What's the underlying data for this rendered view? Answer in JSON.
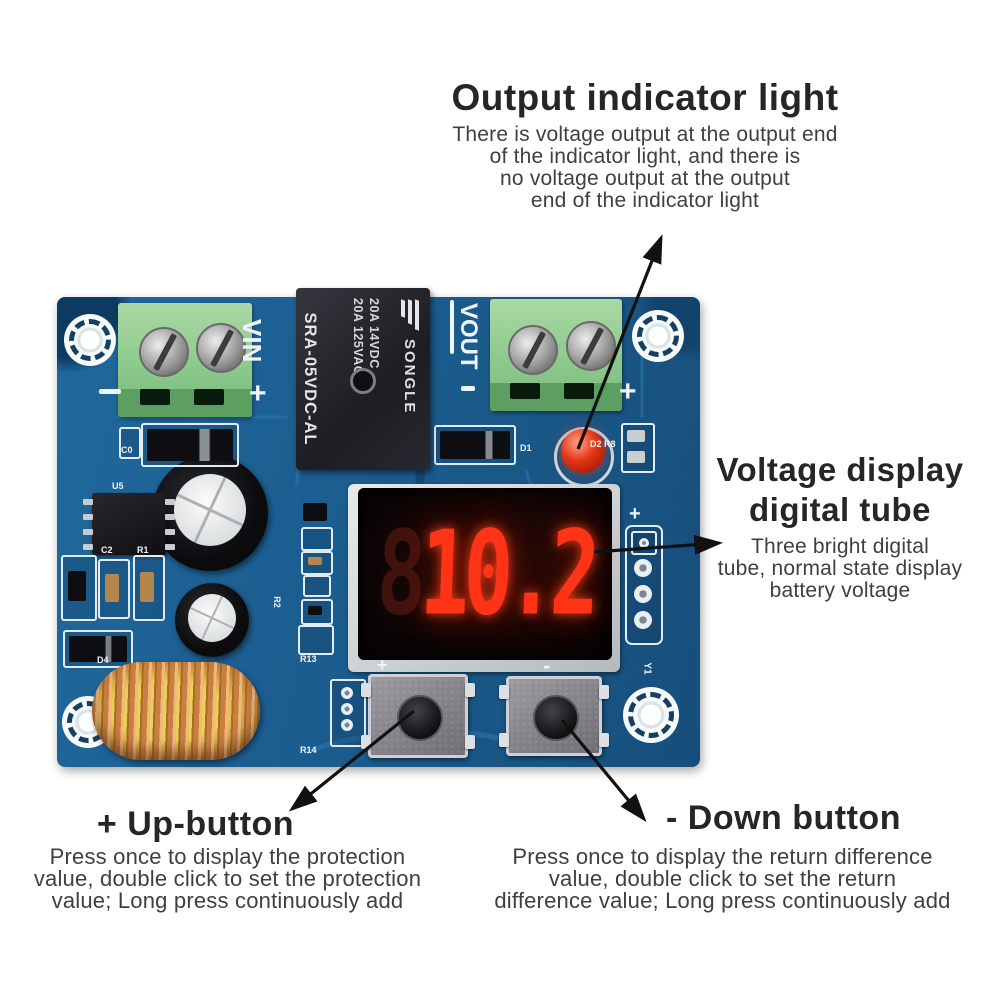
{
  "annotations": {
    "output_light": {
      "title": "Output indicator light",
      "lines": [
        "There is voltage output at the output end",
        "of the indicator light, and there is",
        "no voltage output at the output",
        "end of the indicator light"
      ]
    },
    "voltage_display": {
      "title_lines": [
        "Voltage display",
        "digital tube"
      ],
      "lines": [
        "Three bright digital",
        "tube, normal state display",
        "battery voltage"
      ]
    },
    "up_button": {
      "title": "+ Up-button",
      "lines": [
        "Press once to display the protection",
        "value, double click to set the protection",
        "value; Long press continuously add"
      ]
    },
    "down_button": {
      "title": "- Down button",
      "lines": [
        "Press once to display the return difference",
        "value, double click to set the return",
        "difference value; Long press continuously add"
      ]
    }
  },
  "board": {
    "terminals": {
      "vin_label": "VIN",
      "vout_label": "VOUT",
      "vin_plus": "+",
      "vin_minus": "-",
      "vout_plus": "+",
      "vout_minus": "-"
    },
    "relay": {
      "brand": "SONGLE",
      "model": "SRA-05VDC-AL",
      "rating_line1": "20A 14VDC",
      "rating_line2": "20A 125VAC"
    },
    "display": {
      "ghost_digit": "8",
      "value": "10.2"
    },
    "silkscreen": {
      "u5": "U5",
      "c0": "C0",
      "c2": "C2",
      "r1": "R1",
      "r2": "R2",
      "d4": "D4",
      "r13": "R13",
      "r14": "R14",
      "d1": "D1",
      "d2_r8": "D2 R8",
      "y1": "Y1",
      "header_plus": "+",
      "btn_up_mark": "+",
      "btn_down_mark": "-"
    }
  },
  "colors": {
    "pcb_blue": "#1b5c8e",
    "terminal_green": "#8fc98f",
    "digit_red": "#ff3417",
    "led_red": "#e03010",
    "copper": "#c98646",
    "arrow_black": "#111111",
    "text_dark": "#2e2e2e"
  }
}
